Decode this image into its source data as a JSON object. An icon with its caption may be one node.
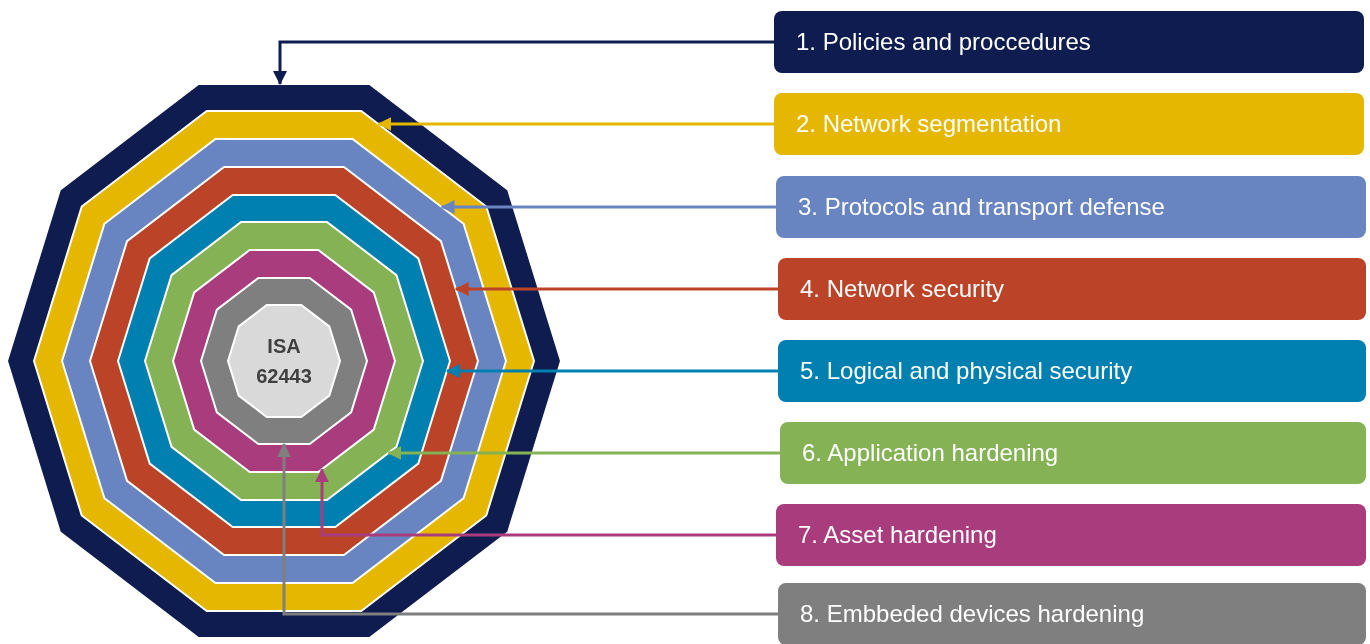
{
  "diagram": {
    "nodes": [
      {
        "text": [],
        "shape": "decagon"
      },
      {
        "text": [],
        "shape": "decagon",
        "in": 0
      },
      {
        "text": [],
        "shape": "decagon",
        "in": 1
      },
      {
        "text": [],
        "shape": "decagon",
        "in": 2
      },
      {
        "text": [],
        "shape": "decagon",
        "in": 3
      },
      {
        "text": [],
        "shape": "decagon",
        "in": 4
      },
      {
        "text": [],
        "shape": "decagon",
        "in": 5
      },
      {
        "text": [],
        "shape": "decagon",
        "in": 6
      },
      {
        "text": [
          "ISA 62443"
        ],
        "in": 7
      },
      {
        "text": [
          "1. Policies and proccedures"
        ]
      },
      {
        "text": [
          "2. Network segmentation"
        ]
      },
      {
        "text": [
          "3. Protocols and transport defense"
        ]
      },
      {
        "text": [
          "4. Network security"
        ]
      },
      {
        "text": [
          "5. Logical and physical security"
        ]
      },
      {
        "text": [
          "6. Application hardening"
        ]
      },
      {
        "text": [
          "7. Asset hardening"
        ]
      },
      {
        "text": [
          "8. Embbeded devices hardening"
        ]
      }
    ],
    "edges": [
      {
        "from": 9,
        "to": 0,
        "arrow": "to",
        "color": "#0f1c4f"
      },
      {
        "from": 10,
        "to": 1,
        "arrow": "to",
        "color": "#e5b700"
      },
      {
        "from": 11,
        "to": 2,
        "arrow": "to",
        "color": "#6985c1"
      },
      {
        "from": 12,
        "to": 3,
        "arrow": "to",
        "color": "#bb4328"
      },
      {
        "from": 13,
        "to": 4,
        "arrow": "to",
        "color": "#0080b1"
      },
      {
        "from": 14,
        "to": 5,
        "arrow": "to",
        "color": "#84b255"
      },
      {
        "from": 15,
        "to": 6,
        "arrow": "to",
        "color": "#a93c7d"
      },
      {
        "from": 16,
        "to": 7,
        "arrow": "to",
        "color": "#7f7f7f"
      }
    ]
  }
}
